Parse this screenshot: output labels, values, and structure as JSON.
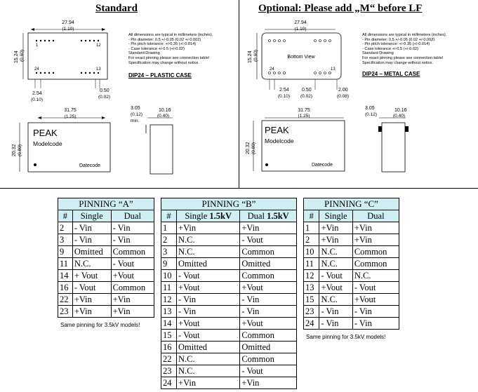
{
  "titles": {
    "left": "Standard",
    "right": "Optional: Please add „M“ before LF"
  },
  "drawings": {
    "top_width": "27.94",
    "top_width_in": "(1.10)",
    "height": "15.24",
    "height_in": "(0.60)",
    "pin1": "1",
    "pin12": "12",
    "pin24": "24",
    "pin13": "13",
    "pitch": "2.54",
    "pitch_in": "(0.10)",
    "pin_dia": "0.50",
    "pin_dia_in": "(0.02)",
    "extra": "2.00",
    "extra_in": "(0.08)",
    "bottom_view": "Bottom View",
    "side_width": "31.75",
    "side_width_in": "(1.25)",
    "side_height": "20.32",
    "side_height_in": "(0.80)",
    "pin_len": "3.05",
    "pin_len_in": "(0.12)",
    "min": "min.",
    "depth": "10.16",
    "depth_in": "(0.40)",
    "brand": "PEAK",
    "modelcode": "Modelcode",
    "datecode": "Datecode"
  },
  "notes_plastic": [
    "All dimensions are typical in millimeters (inches).",
    "- Pin diameter: 0.5 +/-0.05 (0.02 +/-0.002)",
    "- Pin pitch tolerance: +/-0.35 (+/-0.014)",
    "- Case tolerance +/-0.5 (+/-0.02)",
    "Standard Drawing",
    "For exact pinning please see connection table!",
    "Specification may change without notice."
  ],
  "notes_metal": [
    "All dimensions are typical in millimeters (inches).",
    "- Pin diameter: 0.5 +/-0.05 (0.02 +/-0.002)",
    "- Pin pitch tolerance: +/-0.35 (+/-0.014)",
    "- Case tolerance +/-0.5 (+/-0.02)",
    "Standard Drawing",
    "For exact pinning please see connection table!",
    "Specification may change without notice."
  ],
  "case_plastic": "DIP24 – PLASTIC CASE",
  "case_metal": "DIP24 – METAL CASE",
  "pinning_a": {
    "caption": "PINNING “A”",
    "headers": [
      "#",
      "Single",
      "Dual"
    ],
    "rows": [
      [
        "2",
        "- Vin",
        "- Vin"
      ],
      [
        "3",
        "- Vin",
        "- Vin"
      ],
      [
        "9",
        "Omitted",
        "Common"
      ],
      [
        "11",
        "N.C.",
        "- Vout"
      ],
      [
        "14",
        "+ Vout",
        "+Vout"
      ],
      [
        "16",
        "- Vout",
        "Common"
      ],
      [
        "22",
        "+Vin",
        "+Vin"
      ],
      [
        "23",
        "+Vin",
        "+Vin"
      ]
    ],
    "note": "Same pinning for 3.5kV models!"
  },
  "pinning_b": {
    "caption": "PINNING “B”",
    "headers": [
      "#",
      "Single",
      "1.5kV",
      "Dual",
      "1.5kV"
    ],
    "rows": [
      [
        "1",
        "+Vin",
        "+Vin"
      ],
      [
        "2",
        "N.C.",
        "- Vout"
      ],
      [
        "3",
        "N.C.",
        "Common"
      ],
      [
        "9",
        "Omitted",
        "Omitted"
      ],
      [
        "10",
        "- Vout",
        "Common"
      ],
      [
        "11",
        "+Vout",
        "+Vout"
      ],
      [
        "12",
        "- Vin",
        "- Vin"
      ],
      [
        "13",
        "- Vin",
        "- Vin"
      ],
      [
        "14",
        "+Vout",
        "+Vout"
      ],
      [
        "15",
        "- Vout",
        "Common"
      ],
      [
        "16",
        "Omitted",
        "Omitted"
      ],
      [
        "22",
        "N.C.",
        "Common"
      ],
      [
        "23",
        "N.C.",
        "- Vout"
      ],
      [
        "24",
        "+Vin",
        "+Vin"
      ]
    ]
  },
  "pinning_c": {
    "caption": "PINNING “C”",
    "headers": [
      "#",
      "Single",
      "Dual"
    ],
    "rows": [
      [
        "1",
        "+Vin",
        "+Vin"
      ],
      [
        "2",
        "+Vin",
        "+Vin"
      ],
      [
        "10",
        "N.C.",
        "Common"
      ],
      [
        "11",
        "N.C.",
        "Common"
      ],
      [
        "12",
        "- Vout",
        "N.C."
      ],
      [
        "13",
        "+Vout",
        "- Vout"
      ],
      [
        "15",
        "N.C.",
        "+Vout"
      ],
      [
        "23",
        "- Vin",
        "- Vin"
      ],
      [
        "24",
        "- Vin",
        "- Vin"
      ]
    ],
    "note": "Same pinning for 3.5kV models!"
  }
}
